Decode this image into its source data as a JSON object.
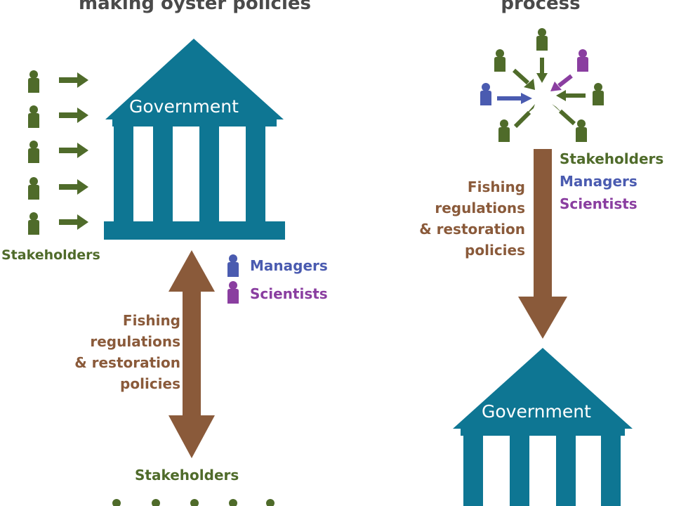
{
  "left": {
    "title": "making oyster policies",
    "government_label": "Government",
    "stakeholders_label": "Stakeholders",
    "managers_label": "Managers",
    "scientists_label": "Scientists",
    "policy_lines": [
      "Fishing",
      "regulations",
      "& restoration",
      "policies"
    ],
    "bottom_stakeholders_label": "Stakeholders"
  },
  "right": {
    "title": "process",
    "stakeholders_label": "Stakeholders",
    "managers_label": "Managers",
    "scientists_label": "Scientists",
    "policy_lines": [
      "Fishing",
      "regulations",
      "& restoration",
      "policies"
    ],
    "government_label": "Government"
  },
  "colors": {
    "government": "#0e7693",
    "stakeholder": "#4f6b2a",
    "manager": "#4a5bb0",
    "scientist": "#8a3ea0",
    "policy_arrow": "#8a5a3a"
  }
}
